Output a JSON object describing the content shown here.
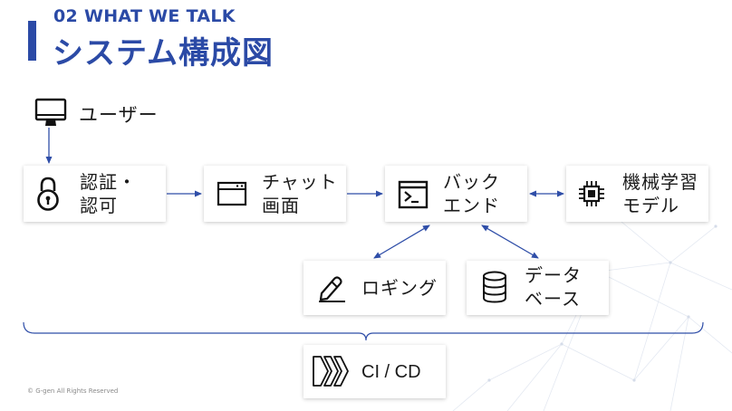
{
  "header": {
    "section_label": "02 WHAT WE TALK",
    "title": "システム構成図"
  },
  "diagram": {
    "user": {
      "label": "ユーザー",
      "icon": "monitor-icon"
    },
    "nodes": {
      "auth": {
        "label": "認証・\n認可",
        "icon": "lock-icon"
      },
      "chat": {
        "label": "チャット\n画面",
        "icon": "browser-window-icon"
      },
      "backend": {
        "label": "バック\nエンド",
        "icon": "terminal-icon"
      },
      "ml": {
        "label": "機械学習\nモデル",
        "icon": "chip-icon"
      },
      "logging": {
        "label": "ロギング",
        "icon": "pen-icon"
      },
      "database": {
        "label": "データ\nベース",
        "icon": "database-icon"
      },
      "cicd": {
        "label": "CI / CD",
        "icon": "pipeline-chevrons-icon"
      }
    },
    "connections": [
      {
        "from": "user",
        "to": "auth",
        "direction": "one-way"
      },
      {
        "from": "auth",
        "to": "chat",
        "direction": "one-way"
      },
      {
        "from": "chat",
        "to": "backend",
        "direction": "one-way"
      },
      {
        "from": "backend",
        "to": "ml",
        "direction": "two-way"
      },
      {
        "from": "backend",
        "to": "logging",
        "direction": "two-way"
      },
      {
        "from": "backend",
        "to": "database",
        "direction": "two-way"
      }
    ],
    "accent_color": "#2b4aa6",
    "line_color": "#2f4ea8"
  },
  "footer": {
    "copyright": "© G-gen All Rights Reserved"
  }
}
